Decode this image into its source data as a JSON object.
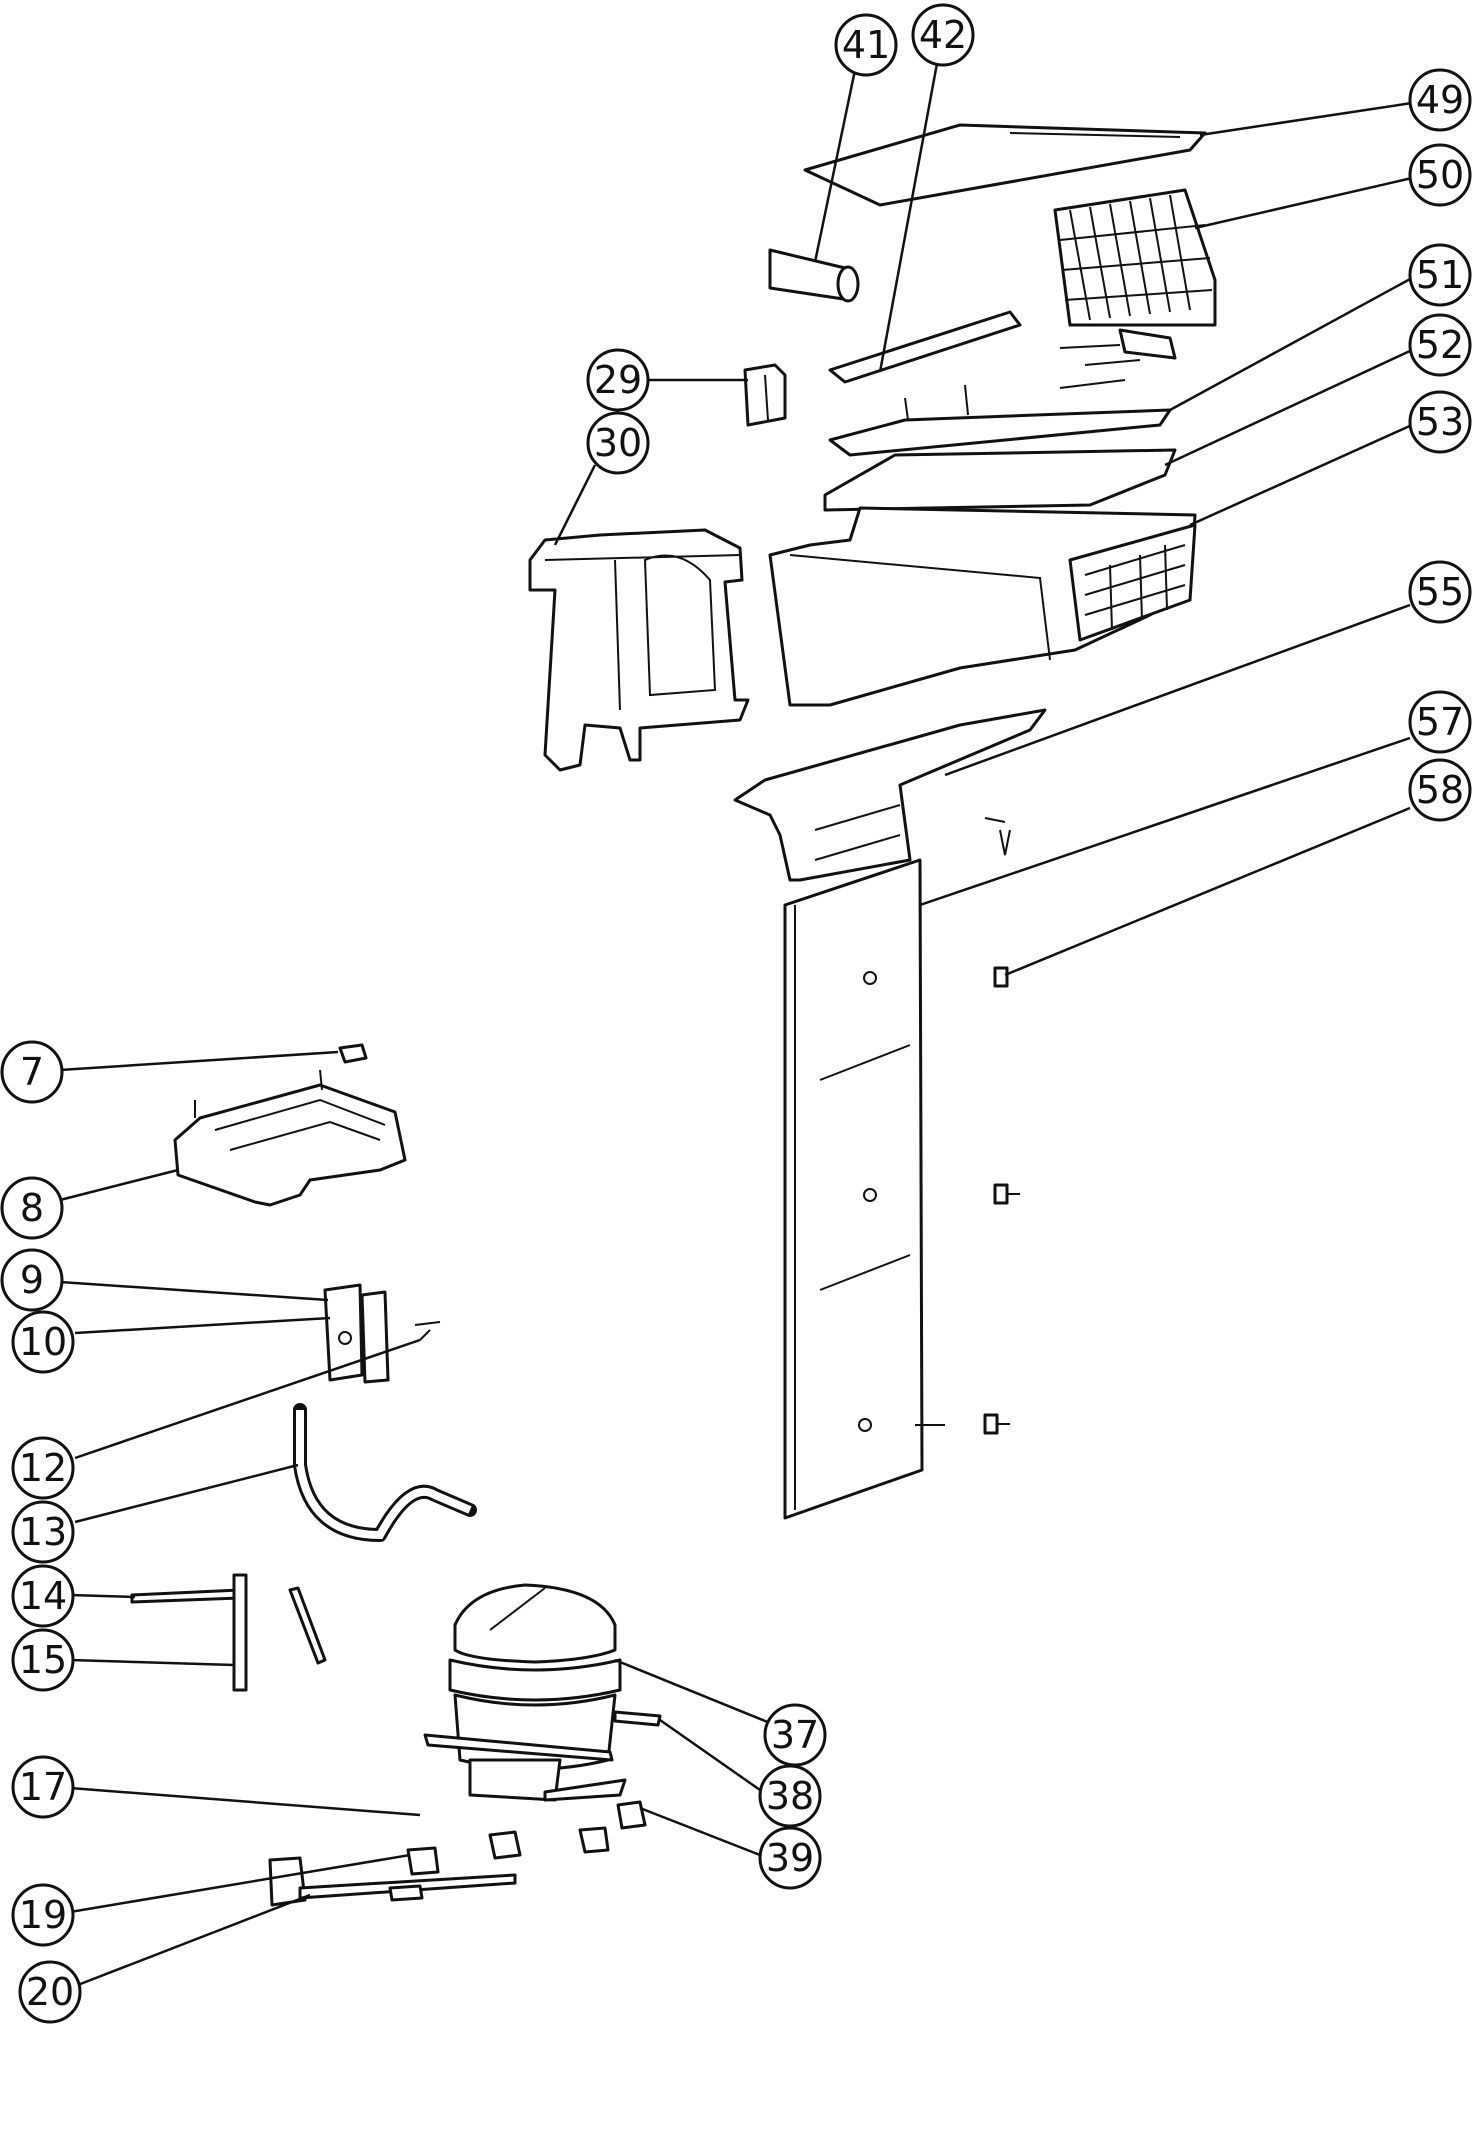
{
  "callouts": [
    {
      "id": "c41",
      "label": "41"
    },
    {
      "id": "c42",
      "label": "42"
    },
    {
      "id": "c49",
      "label": "49"
    },
    {
      "id": "c50",
      "label": "50"
    },
    {
      "id": "c51",
      "label": "51"
    },
    {
      "id": "c52",
      "label": "52"
    },
    {
      "id": "c53",
      "label": "53"
    },
    {
      "id": "c29",
      "label": "29"
    },
    {
      "id": "c30",
      "label": "30"
    },
    {
      "id": "c55",
      "label": "55"
    },
    {
      "id": "c57",
      "label": "57"
    },
    {
      "id": "c58",
      "label": "58"
    },
    {
      "id": "c7",
      "label": "7"
    },
    {
      "id": "c8",
      "label": "8"
    },
    {
      "id": "c9",
      "label": "9"
    },
    {
      "id": "c10",
      "label": "10"
    },
    {
      "id": "c12",
      "label": "12"
    },
    {
      "id": "c13",
      "label": "13"
    },
    {
      "id": "c14",
      "label": "14"
    },
    {
      "id": "c15",
      "label": "15"
    },
    {
      "id": "c17",
      "label": "17"
    },
    {
      "id": "c19",
      "label": "19"
    },
    {
      "id": "c20",
      "label": "20"
    },
    {
      "id": "c37",
      "label": "37"
    },
    {
      "id": "c38",
      "label": "38"
    },
    {
      "id": "c39",
      "label": "39"
    }
  ]
}
